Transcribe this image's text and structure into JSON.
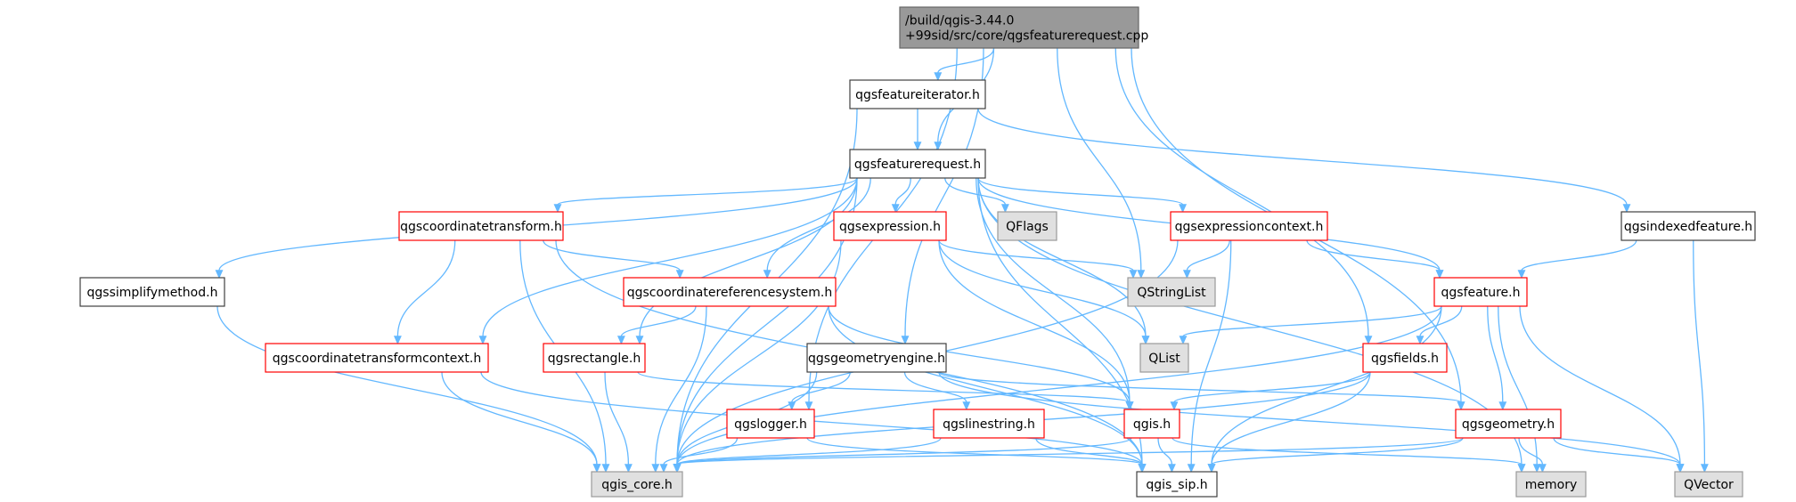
{
  "colors": {
    "edge": "#63b8ff",
    "root_fill": "#999999",
    "root_border": "#666666",
    "documented_border": "#ff0000",
    "undocumented_border": "#404040",
    "system_fill": "#e0e0e0",
    "system_border": "#999999",
    "node_fill": "#ffffff"
  },
  "nodes": [
    {
      "id": "root",
      "kind": "root",
      "lines": [
        "/build/qgis-3.44.0",
        "+99sid/src/core/qgsfeaturerequest.cpp"
      ]
    },
    {
      "id": "qgsfeatureiterator_h",
      "kind": "plain",
      "lines": [
        "qgsfeatureiterator.h"
      ]
    },
    {
      "id": "qgsfeaturerequest_h",
      "kind": "plain",
      "lines": [
        "qgsfeaturerequest.h"
      ]
    },
    {
      "id": "qgsindexedfeature_h",
      "kind": "plain",
      "lines": [
        "qgsindexedfeature.h"
      ]
    },
    {
      "id": "qgscoordinatetransform_h",
      "kind": "documented",
      "lines": [
        "qgscoordinatetransform.h"
      ]
    },
    {
      "id": "qgsexpression_h",
      "kind": "documented",
      "lines": [
        "qgsexpression.h"
      ]
    },
    {
      "id": "QFlags",
      "kind": "system",
      "lines": [
        "QFlags"
      ]
    },
    {
      "id": "qgsexpressioncontext_h",
      "kind": "documented",
      "lines": [
        "qgsexpressioncontext.h"
      ]
    },
    {
      "id": "qgssimplifymethod_h",
      "kind": "plain",
      "lines": [
        "qgssimplifymethod.h"
      ]
    },
    {
      "id": "qgscoordinatereferencesystem_h",
      "kind": "documented",
      "lines": [
        "qgscoordinatereferencesystem.h"
      ]
    },
    {
      "id": "QStringList",
      "kind": "system",
      "lines": [
        "QStringList"
      ]
    },
    {
      "id": "qgsfeature_h",
      "kind": "documented",
      "lines": [
        "qgsfeature.h"
      ]
    },
    {
      "id": "qgscoordinatetransformcontext_h",
      "kind": "documented",
      "lines": [
        "qgscoordinatetransformcontext.h"
      ]
    },
    {
      "id": "qgsrectangle_h",
      "kind": "documented",
      "lines": [
        "qgsrectangle.h"
      ]
    },
    {
      "id": "qgsgeometryengine_h",
      "kind": "plain",
      "lines": [
        "qgsgeometryengine.h"
      ]
    },
    {
      "id": "QList",
      "kind": "system",
      "lines": [
        "QList"
      ]
    },
    {
      "id": "qgsfields_h",
      "kind": "documented",
      "lines": [
        "qgsfields.h"
      ]
    },
    {
      "id": "qgslogger_h",
      "kind": "documented",
      "lines": [
        "qgslogger.h"
      ]
    },
    {
      "id": "qgslinestring_h",
      "kind": "documented",
      "lines": [
        "qgslinestring.h"
      ]
    },
    {
      "id": "qgis_h",
      "kind": "documented",
      "lines": [
        "qgis.h"
      ]
    },
    {
      "id": "qgsgeometry_h",
      "kind": "documented",
      "lines": [
        "qgsgeometry.h"
      ]
    },
    {
      "id": "qgis_core_h",
      "kind": "system",
      "lines": [
        "qgis_core.h"
      ]
    },
    {
      "id": "qgis_sip_h",
      "kind": "plain",
      "lines": [
        "qgis_sip.h"
      ]
    },
    {
      "id": "memory",
      "kind": "system",
      "lines": [
        "memory"
      ]
    },
    {
      "id": "QVector",
      "kind": "system",
      "lines": [
        "QVector"
      ]
    }
  ],
  "edges": [
    [
      "root",
      "qgsfeatureiterator_h"
    ],
    [
      "root",
      "qgsfeaturerequest_h"
    ],
    [
      "root",
      "QStringList"
    ],
    [
      "root",
      "qgsfields_h"
    ],
    [
      "root",
      "qgsgeometry_h"
    ],
    [
      "root",
      "qgsgeometryengine_h"
    ],
    [
      "root",
      "qgslogger_h"
    ],
    [
      "qgsfeatureiterator_h",
      "qgsfeaturerequest_h"
    ],
    [
      "qgsfeatureiterator_h",
      "qgis_core_h"
    ],
    [
      "qgsfeatureiterator_h",
      "qgsindexedfeature_h"
    ],
    [
      "qgsfeaturerequest_h",
      "qgsfeature_h"
    ],
    [
      "qgsfeaturerequest_h",
      "qgsexpression_h"
    ],
    [
      "qgsfeaturerequest_h",
      "QFlags"
    ],
    [
      "qgsfeaturerequest_h",
      "qgsexpressioncontext_h"
    ],
    [
      "qgsfeaturerequest_h",
      "qgscoordinatetransform_h"
    ],
    [
      "qgsfeaturerequest_h",
      "qgssimplifymethod_h"
    ],
    [
      "qgsfeaturerequest_h",
      "qgscoordinatereferencesystem_h"
    ],
    [
      "qgsfeaturerequest_h",
      "qgscoordinatetransformcontext_h"
    ],
    [
      "qgsfeaturerequest_h",
      "qgsrectangle_h"
    ],
    [
      "qgsfeaturerequest_h",
      "qgis_core_h"
    ],
    [
      "qgsfeaturerequest_h",
      "qgis_h"
    ],
    [
      "qgsfeaturerequest_h",
      "QList"
    ],
    [
      "qgsfeaturerequest_h",
      "qgis_sip_h"
    ],
    [
      "qgsfeaturerequest_h",
      "memory"
    ],
    [
      "qgsindexedfeature_h",
      "qgsfeature_h"
    ],
    [
      "qgsindexedfeature_h",
      "QVector"
    ],
    [
      "qgscoordinatetransform_h",
      "qgscoordinatereferencesystem_h"
    ],
    [
      "qgscoordinatetransform_h",
      "qgscoordinatetransformcontext_h"
    ],
    [
      "qgscoordinatetransform_h",
      "qgis_core_h"
    ],
    [
      "qgscoordinatetransform_h",
      "qgis_sip_h"
    ],
    [
      "qgsexpression_h",
      "QStringList"
    ],
    [
      "qgsexpression_h",
      "QList"
    ],
    [
      "qgsexpression_h",
      "qgis_h"
    ],
    [
      "qgsexpression_h",
      "qgis_core_h"
    ],
    [
      "qgsexpressioncontext_h",
      "QStringList"
    ],
    [
      "qgsexpressioncontext_h",
      "qgsfeature_h"
    ],
    [
      "qgsexpressioncontext_h",
      "qgis_core_h"
    ],
    [
      "qgsexpressioncontext_h",
      "qgis_sip_h"
    ],
    [
      "qgssimplifymethod_h",
      "qgis_core_h"
    ],
    [
      "qgscoordinatereferencesystem_h",
      "qgsrectangle_h"
    ],
    [
      "qgscoordinatereferencesystem_h",
      "qgis_core_h"
    ],
    [
      "qgscoordinatereferencesystem_h",
      "qgis_sip_h"
    ],
    [
      "qgscoordinatereferencesystem_h",
      "qgis_h"
    ],
    [
      "qgsfeature_h",
      "QList"
    ],
    [
      "qgsfeature_h",
      "qgsfields_h"
    ],
    [
      "qgsfeature_h",
      "qgsgeometry_h"
    ],
    [
      "qgsfeature_h",
      "qgis_core_h"
    ],
    [
      "qgsfeature_h",
      "qgis_sip_h"
    ],
    [
      "qgsfeature_h",
      "memory"
    ],
    [
      "qgsfeature_h",
      "QVector"
    ],
    [
      "qgscoordinatetransformcontext_h",
      "qgis_core_h"
    ],
    [
      "qgscoordinatetransformcontext_h",
      "qgis_sip_h"
    ],
    [
      "qgsrectangle_h",
      "qgis_core_h"
    ],
    [
      "qgsrectangle_h",
      "qgis_h"
    ],
    [
      "qgsgeometryengine_h",
      "qgslogger_h"
    ],
    [
      "qgsgeometryengine_h",
      "qgslinestring_h"
    ],
    [
      "qgsgeometryengine_h",
      "qgsgeometry_h"
    ],
    [
      "qgsgeometryengine_h",
      "qgis_core_h"
    ],
    [
      "qgsgeometryengine_h",
      "QVector"
    ],
    [
      "qgsfields_h",
      "qgis_h"
    ],
    [
      "qgsfields_h",
      "qgis_core_h"
    ],
    [
      "qgsfields_h",
      "qgis_sip_h"
    ],
    [
      "qgslogger_h",
      "qgis_core_h"
    ],
    [
      "qgslogger_h",
      "qgis_sip_h"
    ],
    [
      "qgslinestring_h",
      "qgis_core_h"
    ],
    [
      "qgslinestring_h",
      "qgis_sip_h"
    ],
    [
      "qgis_h",
      "qgis_sip_h"
    ],
    [
      "qgis_h",
      "qgis_core_h"
    ],
    [
      "qgis_h",
      "memory"
    ],
    [
      "qgsgeometry_h",
      "memory"
    ],
    [
      "qgsgeometry_h",
      "QVector"
    ],
    [
      "qgsgeometry_h",
      "qgis_core_h"
    ],
    [
      "qgsgeometry_h",
      "qgis_sip_h"
    ]
  ]
}
